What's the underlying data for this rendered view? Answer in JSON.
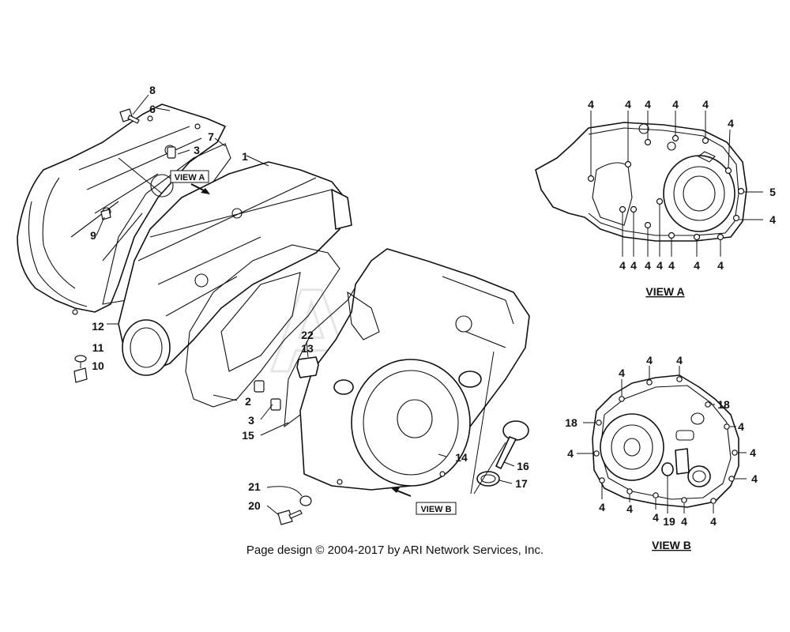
{
  "watermark": "ARI",
  "copyright": "Page design © 2004-2017 by ARI Network Services, Inc.",
  "views": {
    "a_title": "VIEW A",
    "b_title": "VIEW B",
    "a_tag": "VIEW A",
    "b_tag": "VIEW B"
  },
  "callouts": [
    {
      "id": "c8",
      "text": "8"
    },
    {
      "id": "c6",
      "text": "6"
    },
    {
      "id": "c3a",
      "text": "3"
    },
    {
      "id": "c7",
      "text": "7"
    },
    {
      "id": "c1",
      "text": "1"
    },
    {
      "id": "c9",
      "text": "9"
    },
    {
      "id": "c12",
      "text": "12"
    },
    {
      "id": "c11",
      "text": "11"
    },
    {
      "id": "c10",
      "text": "10"
    },
    {
      "id": "c22",
      "text": "22"
    },
    {
      "id": "c13",
      "text": "13"
    },
    {
      "id": "c2",
      "text": "2"
    },
    {
      "id": "c3b",
      "text": "3"
    },
    {
      "id": "c15",
      "text": "15"
    },
    {
      "id": "c14",
      "text": "14"
    },
    {
      "id": "c16",
      "text": "16"
    },
    {
      "id": "c17",
      "text": "17"
    },
    {
      "id": "c21",
      "text": "21"
    },
    {
      "id": "c20",
      "text": "20"
    }
  ],
  "view_a_labels": [
    {
      "id": "a1",
      "text": "4"
    },
    {
      "id": "a2",
      "text": "4"
    },
    {
      "id": "a3",
      "text": "4"
    },
    {
      "id": "a4",
      "text": "4"
    },
    {
      "id": "a5",
      "text": "4"
    },
    {
      "id": "a6",
      "text": "4"
    },
    {
      "id": "a7",
      "text": "5"
    },
    {
      "id": "a8",
      "text": "4"
    },
    {
      "id": "a9",
      "text": "4"
    },
    {
      "id": "a10",
      "text": "4"
    },
    {
      "id": "a11",
      "text": "4"
    },
    {
      "id": "a12",
      "text": "4"
    },
    {
      "id": "a13",
      "text": "4"
    },
    {
      "id": "a14",
      "text": "4"
    },
    {
      "id": "a15",
      "text": "4"
    }
  ],
  "view_b_labels": [
    {
      "id": "b1",
      "text": "4"
    },
    {
      "id": "b2",
      "text": "4"
    },
    {
      "id": "b3",
      "text": "4"
    },
    {
      "id": "b4",
      "text": "18"
    },
    {
      "id": "b5",
      "text": "18"
    },
    {
      "id": "b6",
      "text": "4"
    },
    {
      "id": "b7",
      "text": "4"
    },
    {
      "id": "b8",
      "text": "4"
    },
    {
      "id": "b9",
      "text": "4"
    },
    {
      "id": "b10",
      "text": "4"
    },
    {
      "id": "b11",
      "text": "4"
    },
    {
      "id": "b12",
      "text": "4"
    },
    {
      "id": "b13",
      "text": "19"
    },
    {
      "id": "b14",
      "text": "4"
    },
    {
      "id": "b15",
      "text": "4"
    }
  ]
}
